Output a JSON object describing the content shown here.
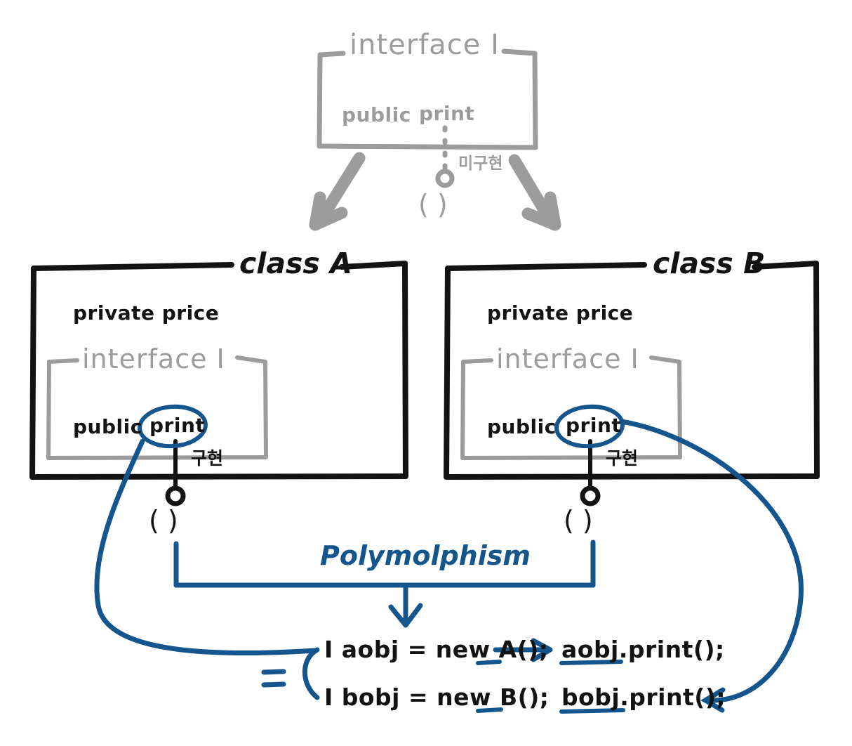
{
  "diagram": {
    "title": "interface polymorphism sketch",
    "colors": {
      "black_ink": "#131313",
      "gray_ink": "#9c9c9c",
      "blue_ink": "#15558d",
      "background": "#ffffff"
    }
  },
  "interface_top": {
    "title": "interface I",
    "member_modifier": "public",
    "member_name": "print",
    "unimplemented_label": "미구현",
    "empty_body": "(    )"
  },
  "class_a": {
    "title": "class A",
    "field": "private  price",
    "inner_interface_title": "interface I",
    "member_modifier": "public",
    "member_name": "print",
    "implemented_label": "구현",
    "body": "(    )"
  },
  "class_b": {
    "title": "class B",
    "field": "private  price",
    "inner_interface_title": "interface I",
    "member_modifier": "public",
    "member_name": "print",
    "implemented_label": "구현",
    "body": "(    )"
  },
  "polymorphism": {
    "label": "Polymolphism",
    "equals_sign": "="
  },
  "code": {
    "lines": [
      {
        "declaration": "I aobj = new A();",
        "invocation": "aobj.print();"
      },
      {
        "declaration": "I bobj = new B();",
        "invocation": "bobj.print();"
      }
    ]
  }
}
